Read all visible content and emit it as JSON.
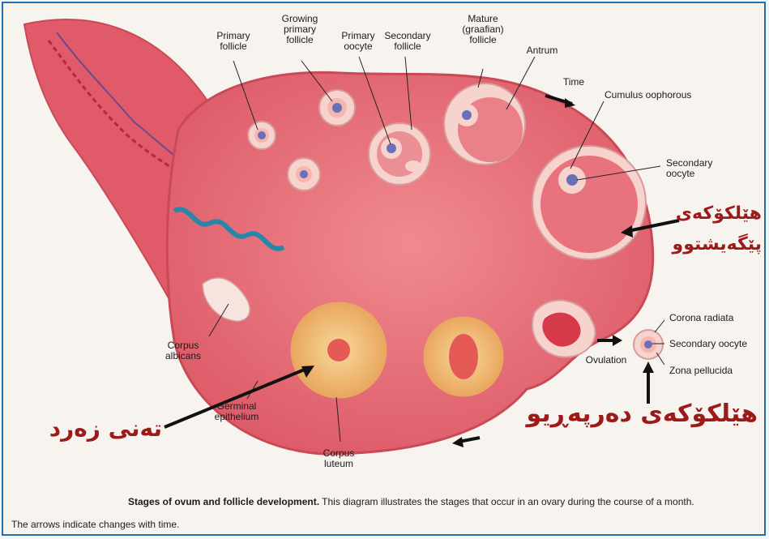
{
  "labels": {
    "primary_follicle": "Primary\nfollicle",
    "growing_primary_follicle": "Growing\nprimary\nfollicle",
    "primary_oocyte": "Primary\noocyte",
    "secondary_follicle": "Secondary\nfollicle",
    "mature_follicle": "Mature\n(graafian)\nfollicle",
    "antrum": "Antrum",
    "time": "Time",
    "cumulus_oophorous": "Cumulus oophorous",
    "secondary_oocyte_top": "Secondary\noocyte",
    "corona_radiata": "Corona radiata",
    "secondary_oocyte_right": "Secondary oocyte",
    "zona_pellucida": "Zona pellucida",
    "ovulation": "Ovulation",
    "corpus_albicans": "Corpus\nalbicans",
    "germinal_epithelium": "Germinal\nepithelium",
    "corpus_luteum": "Corpus\nluteum"
  },
  "kurdish": {
    "mature_follicle": "هێلکۆکەی\nپێگەیشتوو",
    "released_oocyte": "هێلکۆکەی دەرپەڕیو",
    "corpus_luteum": "تەنی زەرد"
  },
  "caption": {
    "title": "Stages of ovum and follicle development.",
    "body": " This diagram illustrates the stages that occur in an ovary during the course of a month.",
    "line2": "The arrows indicate changes with time."
  },
  "colors": {
    "ovary": "#e8707a",
    "ovary_edge": "#c94a56",
    "follicle_ring": "#f6d3cc",
    "oocyte": "#6b6fb8",
    "corpus_luteum": "#f1c27a",
    "kurdish_text": "#9c1a1a",
    "border": "#1f6fb1",
    "vessel_blue": "#2a86a8"
  }
}
